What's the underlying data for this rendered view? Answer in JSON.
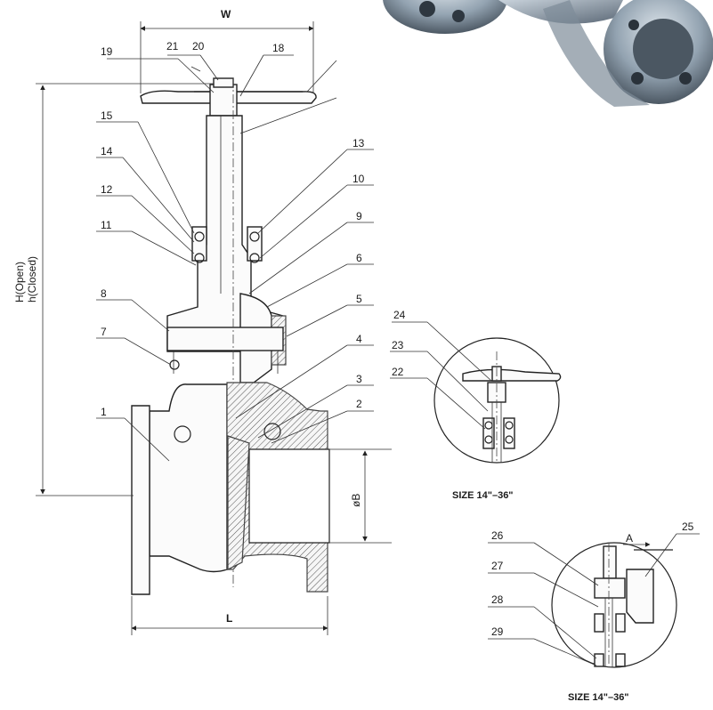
{
  "drawing": {
    "dimensions": {
      "width_label": "W",
      "length_label": "L",
      "height_open_label": "H(Open)",
      "height_closed_label": "h(Closed)",
      "bore_label": "øB"
    },
    "callouts": [
      "1",
      "2",
      "3",
      "4",
      "5",
      "6",
      "7",
      "8",
      "9",
      "10",
      "11",
      "12",
      "13",
      "14",
      "15",
      "18",
      "19",
      "20",
      "21"
    ],
    "detail_large": {
      "callouts": [
        "22",
        "23",
        "24"
      ],
      "caption": "SIZE 14\"–36\""
    },
    "detail_gear": {
      "callouts": [
        "25",
        "26",
        "27",
        "28",
        "29"
      ],
      "gear_mark": "A",
      "caption": "SIZE 14\"–36\""
    },
    "photo": {
      "subject": "valve-photo"
    }
  },
  "colors": {
    "line": "#222222",
    "photo_metal": "#8a9aa8"
  }
}
